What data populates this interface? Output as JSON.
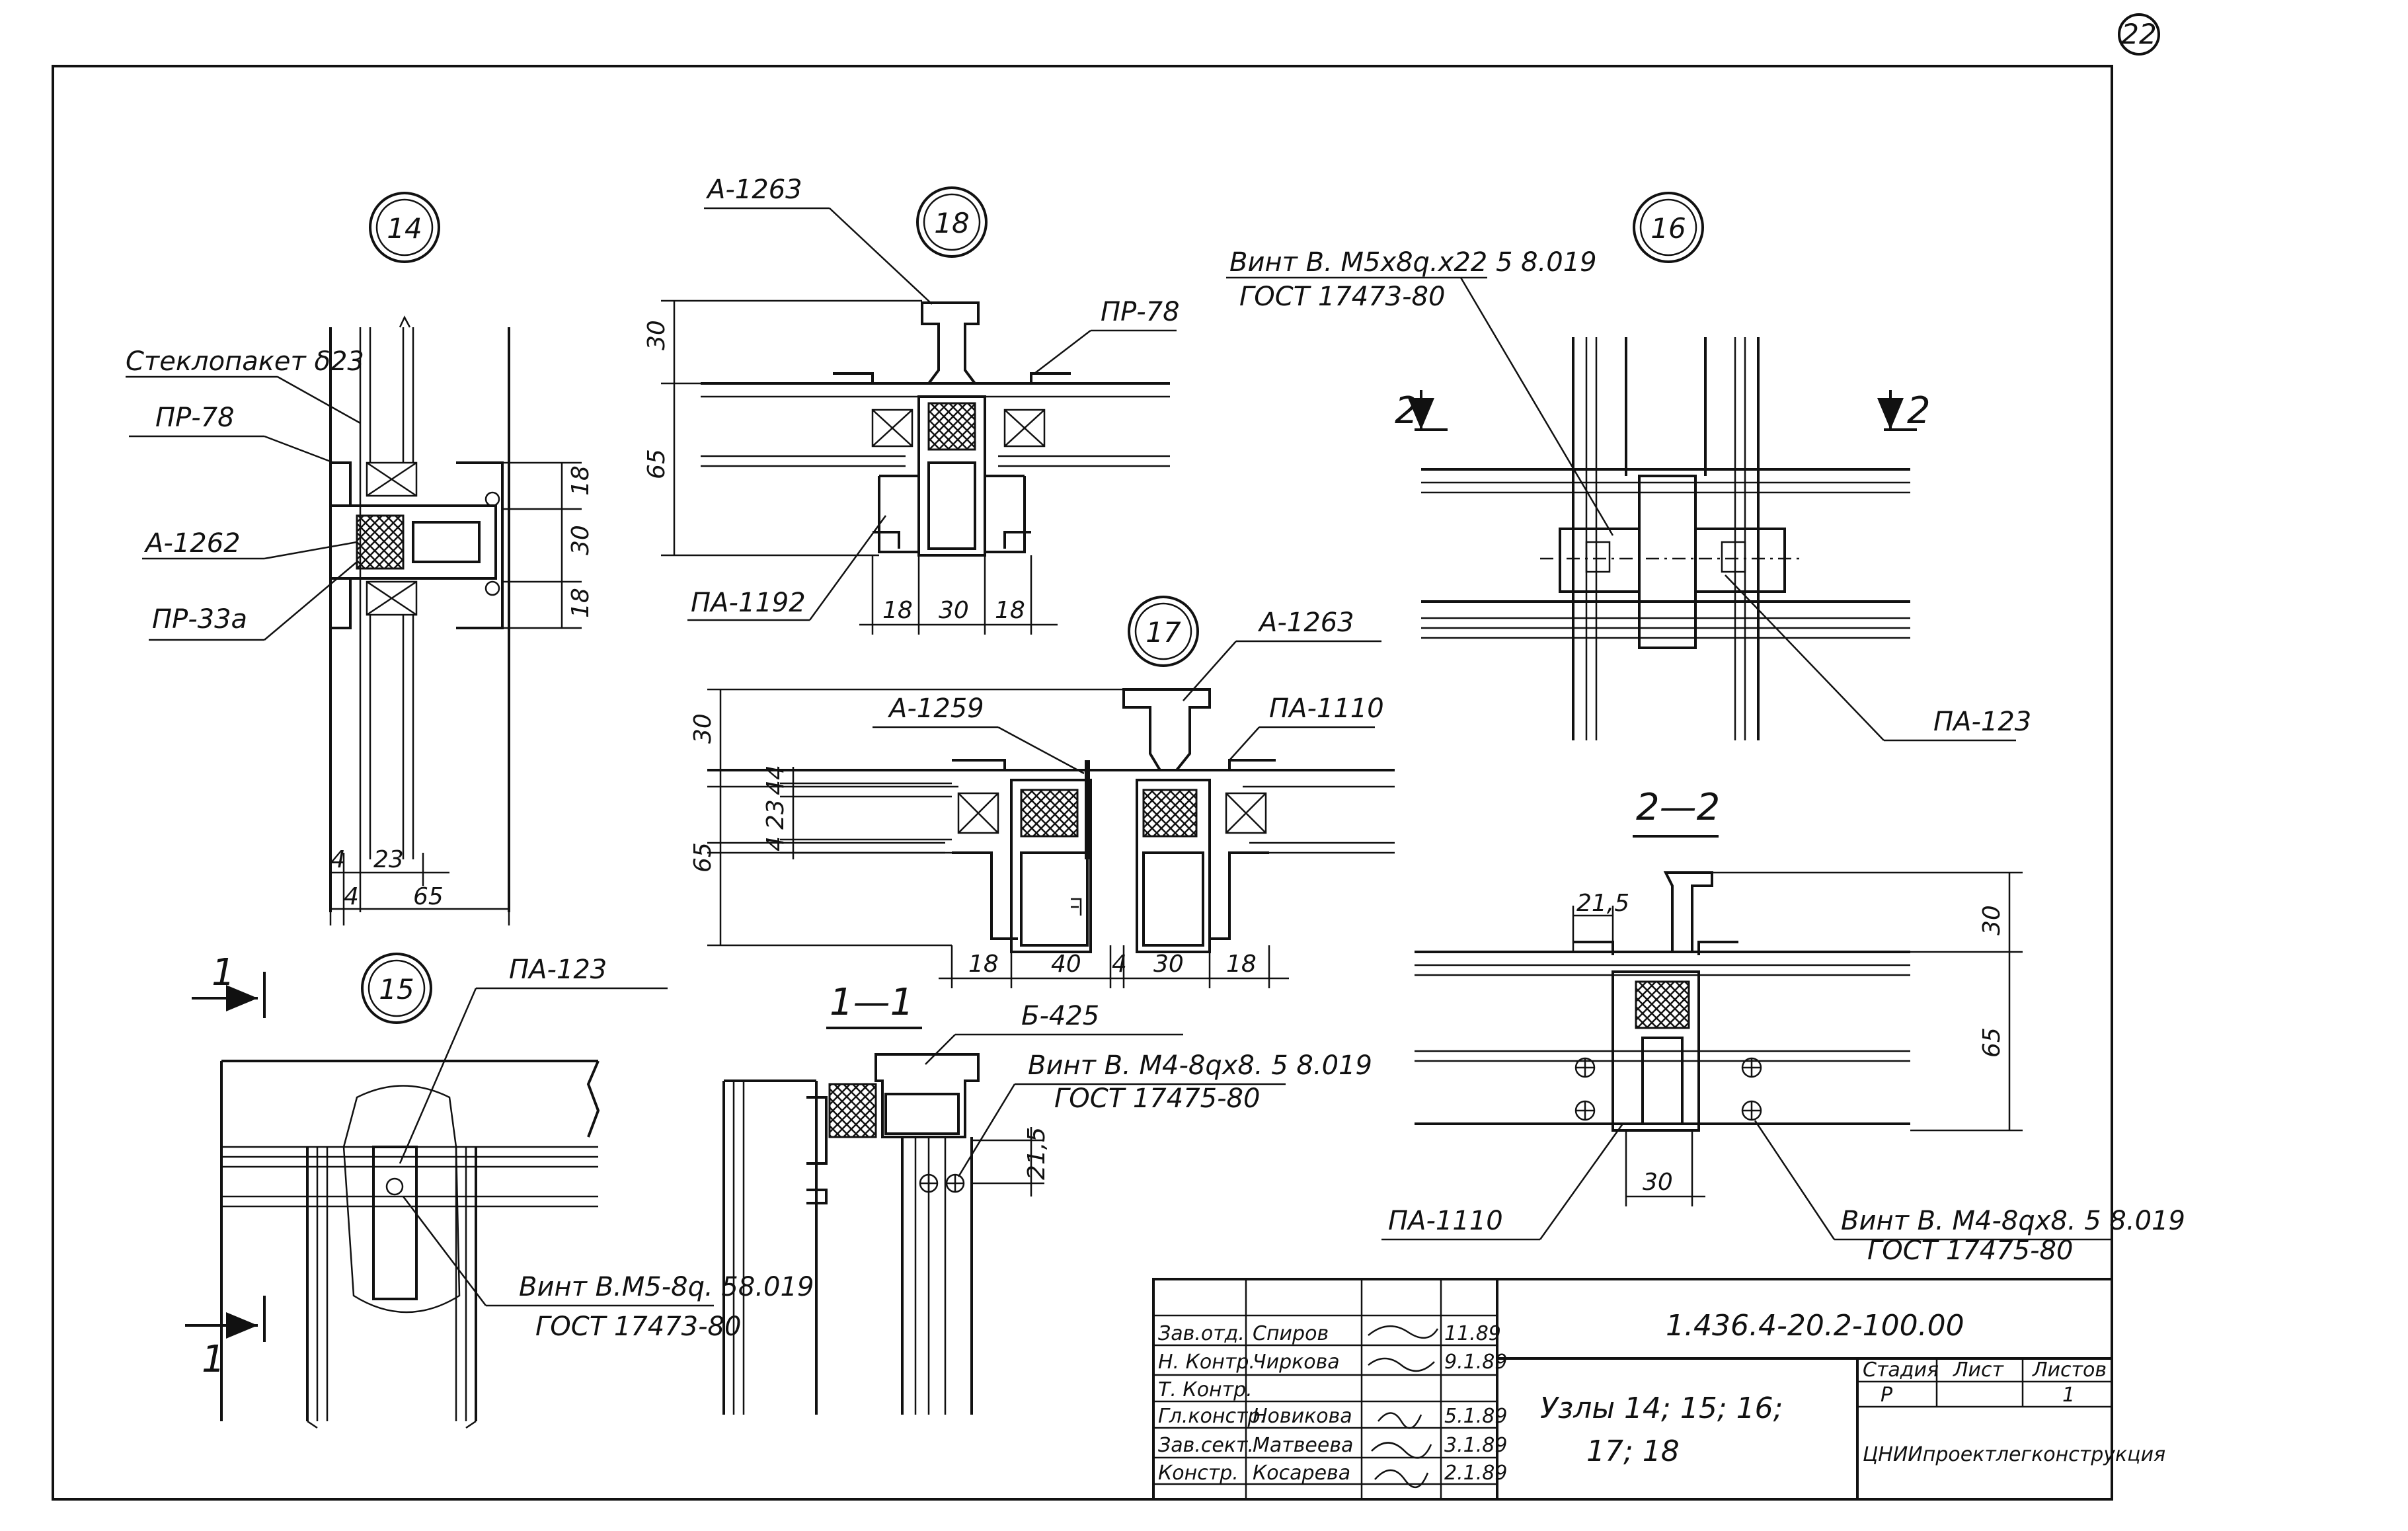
{
  "page_number": "22",
  "detail_14": {
    "number": "14",
    "labels": {
      "glass": "Стеклопакет δ23",
      "pr78": "ПР-78",
      "a1262": "А-1262",
      "pr33a": "ПР-33а"
    },
    "dims": {
      "d18a": "18",
      "d30": "30",
      "d18b": "18",
      "d4a": "4",
      "d23": "23",
      "d4b": "4",
      "d65": "65"
    }
  },
  "detail_18": {
    "number": "18",
    "labels": {
      "a1263": "А-1263",
      "pr78": "ПР-78",
      "pa1192": "ПА-1192"
    },
    "dims": {
      "d30v": "30",
      "d65v": "65",
      "d18a": "18",
      "d30": "30",
      "d18b": "18"
    }
  },
  "detail_16": {
    "number": "16",
    "labels": {
      "screw": "Винт В. М5х8q.х22 5 8.019",
      "gost": "ГОСТ 17473-80",
      "pa123": "ПА-123"
    },
    "cut_marks": {
      "left": "2",
      "right": "2"
    }
  },
  "detail_17": {
    "number": "17",
    "labels": {
      "a1263": "А-1263",
      "a1259": "А-1259",
      "pa1110": "ПА-1110"
    },
    "dims": {
      "d30v": "30",
      "d4a": "4",
      "d4b": "4",
      "d23": "23",
      "d4c": "4",
      "d65v": "65",
      "d18a": "18",
      "d40": "40",
      "d4h": "4",
      "d30": "30",
      "d18b": "18"
    }
  },
  "section_2_2": {
    "title": "2—2",
    "labels": {
      "pa1110": "ПА-1110",
      "screw": "Винт В. М4-8qх8. 5 8.019",
      "gost": "ГОСТ 17475-80"
    },
    "dims": {
      "d21_5": "21,5",
      "d30v": "30",
      "d65v": "65",
      "d30": "30"
    }
  },
  "detail_15": {
    "number": "15",
    "labels": {
      "pa123": "ПА-123",
      "screw": "Винт В.М5-8q. 58.019",
      "gost": "ГОСТ 17473-80"
    },
    "cut_marks": {
      "top": "1",
      "bottom": "1"
    }
  },
  "section_1_1": {
    "title": "1—1",
    "labels": {
      "b425": "Б-425",
      "screw": "Винт В. М4-8qх8. 5 8.019",
      "gost": "ГОСТ 17475-80"
    },
    "dims": {
      "d21_5": "21,5"
    }
  },
  "title_block": {
    "doc_code": "1.436.4-20.2-100.00",
    "title_line1": "Узлы 14; 15; 16;",
    "title_line2": "17; 18",
    "stage_header": "Стадия",
    "sheet_header": "Лист",
    "sheets_header": "Листов",
    "stage_value": "Р",
    "sheets_value": "1",
    "organization": "ЦНИИпроектлегконструкция",
    "staff": [
      {
        "role": "Зав.отд.",
        "name": "Спиров",
        "date": "11.89"
      },
      {
        "role": "Н. Контр.",
        "name": "Чиркова",
        "date": "9.1.89"
      },
      {
        "role": "Т. Контр.",
        "name": "",
        "date": ""
      },
      {
        "role": "Гл.констр.",
        "name": "Новикова",
        "date": "5.1.89"
      },
      {
        "role": "Зав.сект.",
        "name": "Матвеева",
        "date": "3.1.89"
      },
      {
        "role": "Констр.",
        "name": "Косарева",
        "date": "2.1.89"
      }
    ]
  }
}
